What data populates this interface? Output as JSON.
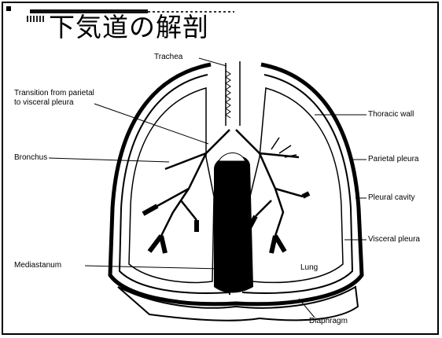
{
  "title": "下気道の解剖",
  "labels": {
    "trachea": "Trachea",
    "transition": "Transition from parietal\nto visceral pleura",
    "thoracic_wall": "Thoracic wall",
    "bronchus": "Bronchus",
    "parietal_pleura": "Parietal pleura",
    "pleural_cavity": "Pleural cavity",
    "visceral_pleura": "Visceral pleura",
    "mediastinum": "Mediastanum",
    "lung": "Lung",
    "diaphragm": "Diaphragm"
  }
}
